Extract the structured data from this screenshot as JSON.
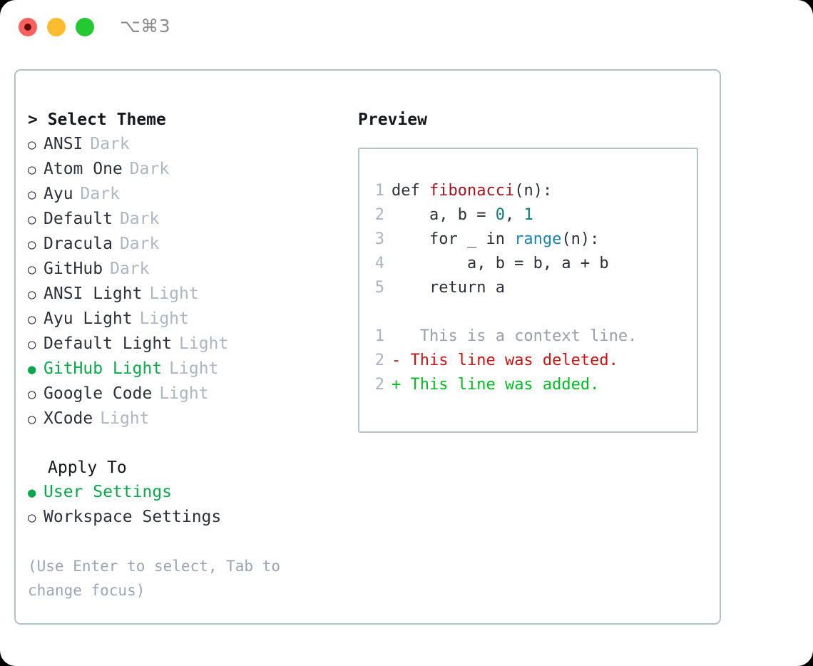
{
  "titlebar": {
    "lights": [
      {
        "name": "close",
        "color": "#ff605c"
      },
      {
        "name": "minimize",
        "color": "#fdbc2e"
      },
      {
        "name": "zoom",
        "color": "#23c833"
      }
    ],
    "shortcut": "⌥⌘3"
  },
  "theme_panel": {
    "heading": "> Select Theme",
    "items": [
      {
        "marker": "○",
        "label": "ANSI",
        "tag": "Dark",
        "selected": false
      },
      {
        "marker": "○",
        "label": "Atom One",
        "tag": "Dark",
        "selected": false
      },
      {
        "marker": "○",
        "label": "Ayu",
        "tag": "Dark",
        "selected": false
      },
      {
        "marker": "○",
        "label": "Default",
        "tag": "Dark",
        "selected": false
      },
      {
        "marker": "○",
        "label": "Dracula",
        "tag": "Dark",
        "selected": false
      },
      {
        "marker": "○",
        "label": "GitHub",
        "tag": "Dark",
        "selected": false
      },
      {
        "marker": "○",
        "label": "ANSI Light",
        "tag": "Light",
        "selected": false
      },
      {
        "marker": "○",
        "label": "Ayu Light",
        "tag": "Light",
        "selected": false
      },
      {
        "marker": "○",
        "label": "Default Light",
        "tag": "Light",
        "selected": false
      },
      {
        "marker": "●",
        "label": "GitHub Light",
        "tag": "Light",
        "selected": true
      },
      {
        "marker": "○",
        "label": "Google Code",
        "tag": "Light",
        "selected": false
      },
      {
        "marker": "○",
        "label": "XCode",
        "tag": "Light",
        "selected": false
      }
    ],
    "apply_to": {
      "heading": "Apply To",
      "options": [
        {
          "marker": "●",
          "label": "User Settings",
          "selected": true
        },
        {
          "marker": "○",
          "label": "Workspace Settings",
          "selected": false
        }
      ]
    },
    "hint": "(Use Enter to select, Tab to change focus)"
  },
  "preview": {
    "heading": "Preview",
    "code": [
      {
        "n": "1",
        "parts": [
          {
            "t": "def ",
            "c": "plain"
          },
          {
            "t": "fibonacci",
            "c": "fn"
          },
          {
            "t": "(n):",
            "c": "plain"
          }
        ]
      },
      {
        "n": "2",
        "parts": [
          {
            "t": "    a, b = ",
            "c": "plain"
          },
          {
            "t": "0",
            "c": "num"
          },
          {
            "t": ", ",
            "c": "plain"
          },
          {
            "t": "1",
            "c": "num"
          }
        ]
      },
      {
        "n": "3",
        "parts": [
          {
            "t": "    for _ in ",
            "c": "plain"
          },
          {
            "t": "range",
            "c": "call"
          },
          {
            "t": "(n):",
            "c": "plain"
          }
        ]
      },
      {
        "n": "4",
        "parts": [
          {
            "t": "        a, b = b, a + b",
            "c": "plain"
          }
        ]
      },
      {
        "n": "5",
        "parts": [
          {
            "t": "    return a",
            "c": "plain"
          }
        ]
      }
    ],
    "diff": [
      {
        "n": "1",
        "sign": " ",
        "text": "  This is a context line.",
        "kind": "ctx"
      },
      {
        "n": "2",
        "sign": "-",
        "text": " This line was deleted.",
        "kind": "del"
      },
      {
        "n": "2",
        "sign": "+",
        "text": " This line was added.",
        "kind": "add"
      }
    ]
  },
  "colors": {
    "accent_green": "#0aa84a",
    "tag_grey": "#aeb6c2",
    "border": "#b6bfcc",
    "hint": "#9aa4b4",
    "diff_add": "#00bb22",
    "diff_del": "#cc1111",
    "syntax_fn": "#a4121c",
    "syntax_num": "#0c7b7b",
    "syntax_call": "#1a82bb"
  }
}
